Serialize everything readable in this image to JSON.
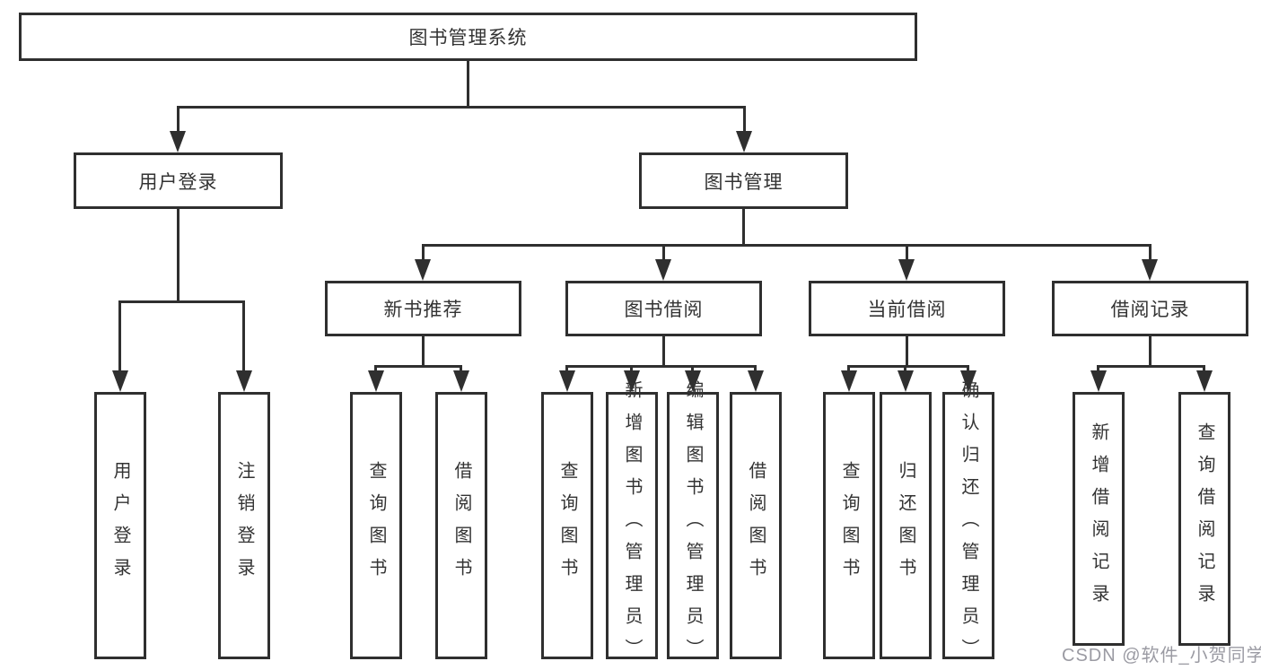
{
  "diagram_type": "tree-diagram",
  "tree": {
    "root": {
      "label": "图书管理系统"
    },
    "level2": [
      {
        "id": "user-login",
        "label": "用户登录",
        "leaves": [
          {
            "label": "用户登录"
          },
          {
            "label": "注销登录"
          }
        ]
      },
      {
        "id": "book-management",
        "label": "图书管理",
        "children": [
          {
            "id": "new-book-recommendation",
            "label": "新书推荐",
            "leaves": [
              {
                "label": "查询图书"
              },
              {
                "label": "借阅图书"
              }
            ]
          },
          {
            "id": "book-borrowing",
            "label": "图书借阅",
            "leaves": [
              {
                "label": "查询图书"
              },
              {
                "label": "新增图书（管理员）"
              },
              {
                "label": "编辑图书（管理员）"
              },
              {
                "label": "借阅图书"
              }
            ]
          },
          {
            "id": "current-borrowing",
            "label": "当前借阅",
            "leaves": [
              {
                "label": "查询图书"
              },
              {
                "label": "归还图书"
              },
              {
                "label": "确认归还（管理员）"
              }
            ]
          },
          {
            "id": "borrowing-records",
            "label": "借阅记录",
            "leaves": [
              {
                "label": "新增借阅记录"
              },
              {
                "label": "查询借阅记录"
              }
            ]
          }
        ]
      }
    ]
  },
  "watermark": {
    "text": "CSDN @软件_小贺同学",
    "color": "#9b9ba3"
  },
  "colors": {
    "line": "#2f2f2f",
    "text": "#333333",
    "background": "#ffffff"
  }
}
